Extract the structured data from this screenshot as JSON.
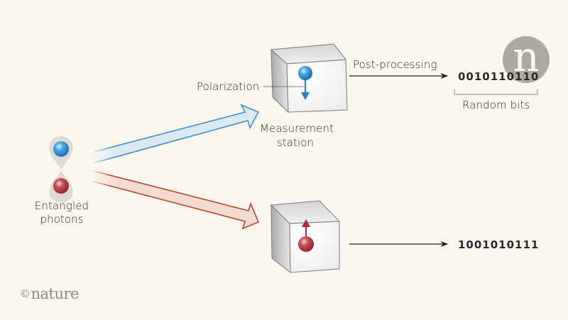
{
  "labels": {
    "entangled": "Entangled\nphotons",
    "entangled_line1": "Entangled",
    "entangled_line2": "photons",
    "polarization": "Polarization",
    "measurement_line1": "Measurement",
    "measurement_line2": "station",
    "post_processing": "Post-processing",
    "random_bits": "Random bits"
  },
  "outputs": {
    "top_bits": "0010110110",
    "bottom_bits": "1001010111"
  },
  "branding": {
    "logo_letter": "n",
    "copyright_symbol": "©",
    "copyright_text": "nature"
  },
  "colors": {
    "background": "#faf7ee",
    "blue_photon": "#2a8fd6",
    "red_photon": "#b8393f",
    "blue_arrow_stroke": "#3f8ec9",
    "blue_arrow_fill": "#dbe9f1",
    "red_arrow_stroke": "#b8442c",
    "red_arrow_fill": "#f3dccf",
    "text": "#2a2a2a",
    "logo": "#a8a59c"
  },
  "icons": {
    "photon_blue": "sphere-blue-icon",
    "photon_red": "sphere-red-icon",
    "cube": "cube-icon",
    "arrow": "arrow-right-icon"
  }
}
